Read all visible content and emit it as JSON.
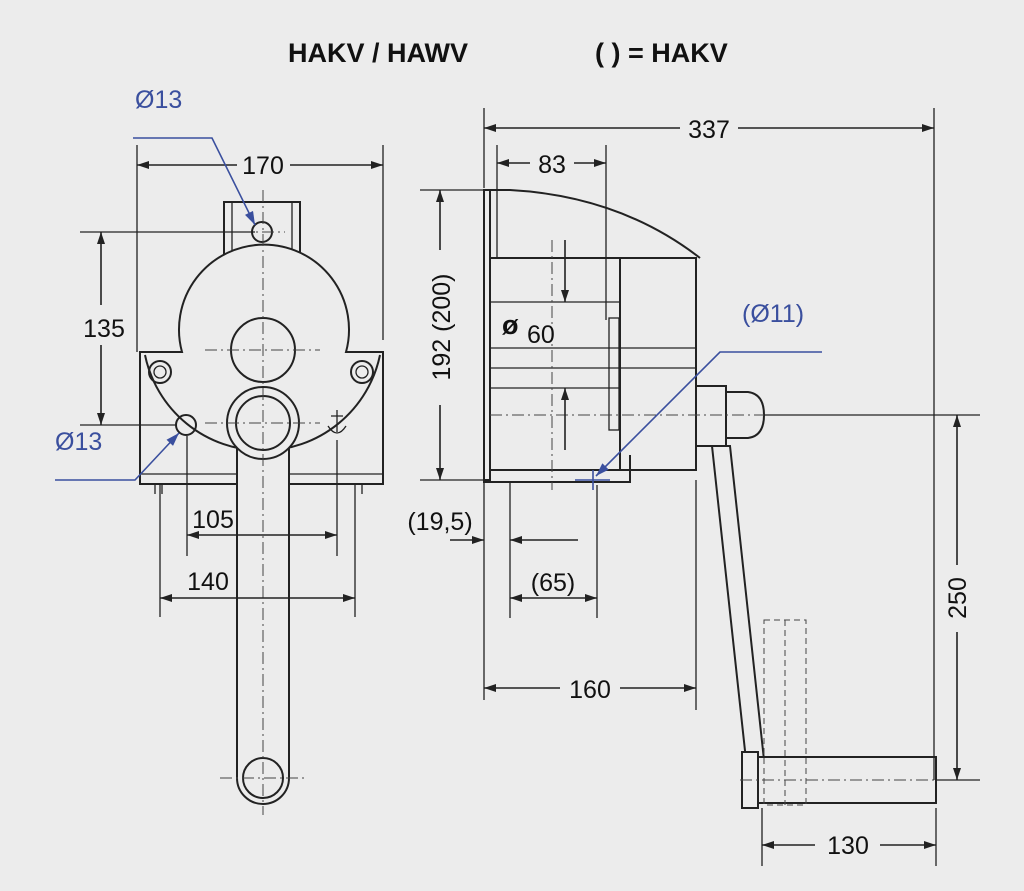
{
  "title": {
    "models": "HAKV  /  HAWV",
    "legend": "(   )  = HAKV"
  },
  "front_view": {
    "width_label": "170",
    "height_label": "135",
    "hole_top_label": "Ø13",
    "hole_left_label": "Ø13",
    "spacing_inner_label": "105",
    "spacing_outer_label": "140"
  },
  "side_view": {
    "overall_length_label": "337",
    "drum_width_label": "83",
    "height_label": "192 (200)",
    "drum_diameter_symbol": "ø",
    "drum_diameter_value": "60",
    "hole_label": "(Ø11)",
    "offset_label": "(19,5)",
    "spacing_label": "(65)",
    "base_length_label": "160",
    "crank_radius_label": "250",
    "handle_length_label": "130"
  },
  "colors": {
    "line": "#222222",
    "accent": "#3a4f9e",
    "background": "#ececec"
  }
}
